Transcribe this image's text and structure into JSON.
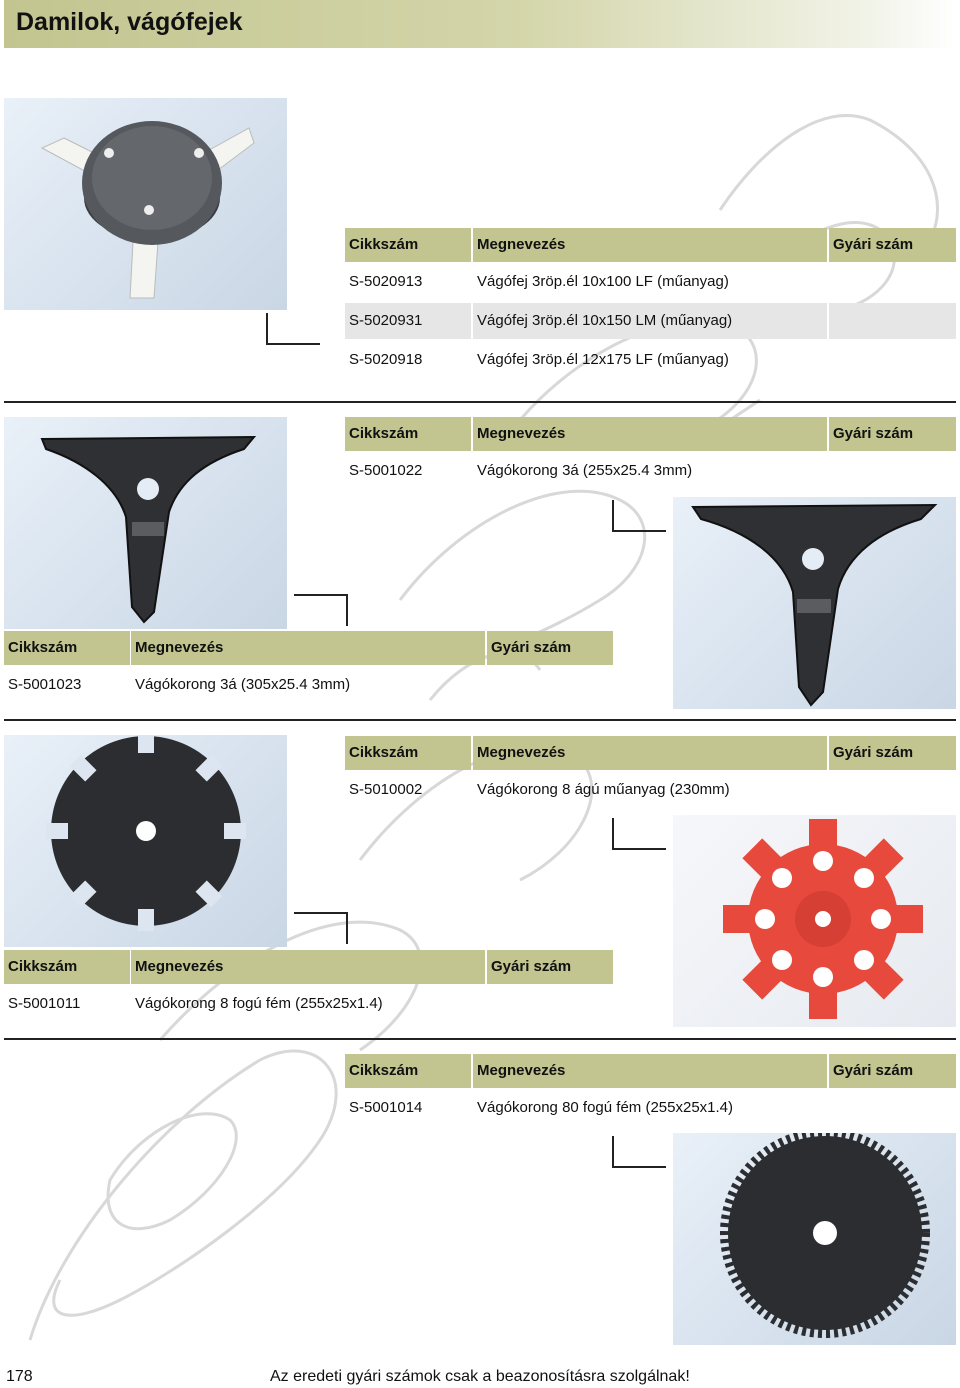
{
  "page": {
    "title": "Damilok, vágófejek",
    "page_number": "178",
    "footer_note": "Az eredeti gyári számok csak a beazonosításra szolgálnak!"
  },
  "table_headers": {
    "code": "Cikkszám",
    "name": "Megnevezés",
    "oem": "Gyári szám"
  },
  "colors": {
    "header_bg": "#c2c58f",
    "alt_row_bg": "#e6e6e6",
    "blade_dark": "#2f3033",
    "red_disc": "#e8493d"
  },
  "sections": [
    {
      "photo_icons": [
        "trimmer-head-icon"
      ],
      "rows": [
        {
          "code": "S-5020913",
          "name": "Vágófej 3röp.él 10x100 LF (műanyag)",
          "oem": ""
        },
        {
          "code": "S-5020931",
          "name": "Vágófej 3röp.él 10x150 LM (műanyag)",
          "oem": ""
        },
        {
          "code": "S-5020918",
          "name": "Vágófej 3röp.él 12x175 LF (műanyag)",
          "oem": ""
        }
      ]
    },
    {
      "photo_icons": [
        "three-tooth-blade-icon"
      ],
      "rows": [
        {
          "code": "S-5001022",
          "name": "Vágókorong 3á (255x25.4 3mm)",
          "oem": ""
        }
      ]
    },
    {
      "photo_icons": [
        "three-tooth-blade-icon"
      ],
      "rows": [
        {
          "code": "S-5001023",
          "name": "Vágókorong 3á (305x25.4 3mm)",
          "oem": ""
        }
      ]
    },
    {
      "photo_icons": [
        "plastic-eight-arm-disc-icon"
      ],
      "rows": [
        {
          "code": "S-5010002",
          "name": "Vágókorong 8 ágú műanyag (230mm)",
          "oem": ""
        }
      ]
    },
    {
      "photo_icons": [
        "eight-tooth-metal-disc-icon"
      ],
      "rows": [
        {
          "code": "S-5001011",
          "name": "Vágókorong 8 fogú fém (255x25x1.4)",
          "oem": ""
        }
      ]
    },
    {
      "photo_icons": [
        "eighty-tooth-saw-disc-icon"
      ],
      "rows": [
        {
          "code": "S-5001014",
          "name": "Vágókorong 80 fogú fém (255x25x1.4)",
          "oem": ""
        }
      ]
    }
  ]
}
